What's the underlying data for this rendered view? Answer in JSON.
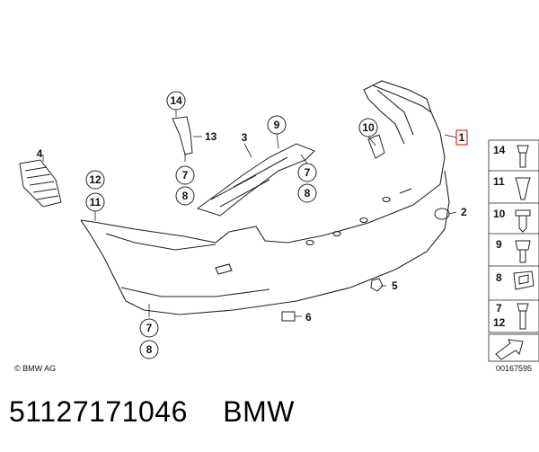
{
  "callouts": {
    "c1": "1",
    "c2": "2",
    "c3": "3",
    "c4": "4",
    "c5": "5",
    "c6": "6",
    "c7a": "7",
    "c7b": "7",
    "c7c": "7",
    "c8a": "8",
    "c8b": "8",
    "c8c": "8",
    "c9": "9",
    "c10": "10",
    "c11": "11",
    "c12": "12",
    "c13": "13",
    "c14": "14"
  },
  "legend": {
    "items": [
      "14",
      "11",
      "10",
      "9",
      "8",
      "7",
      "12"
    ]
  },
  "copyright": "© BMW AG",
  "diagram_number": "00167595",
  "caption": {
    "part_number": "51127171046",
    "brand": "BMW"
  }
}
